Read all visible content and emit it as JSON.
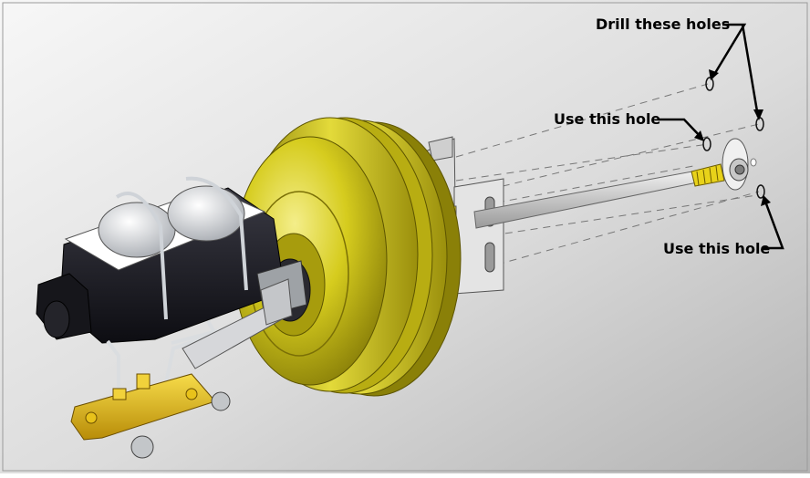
{
  "callouts": {
    "drill": "Drill these holes",
    "use_top": "Use this hole",
    "use_bottom": "Use this hole"
  },
  "colors": {
    "booster_yellow": "#d8cf1a",
    "reservoir_black": "#1c1c22",
    "valve_gold": "#e8c21a",
    "bracket_gray": "#d8d8d8",
    "background_light": "#f2f2f2",
    "background_dark": "#b9b9b9"
  },
  "icons": {
    "hole": "ellipse-outline",
    "leader": "arrow-line"
  }
}
